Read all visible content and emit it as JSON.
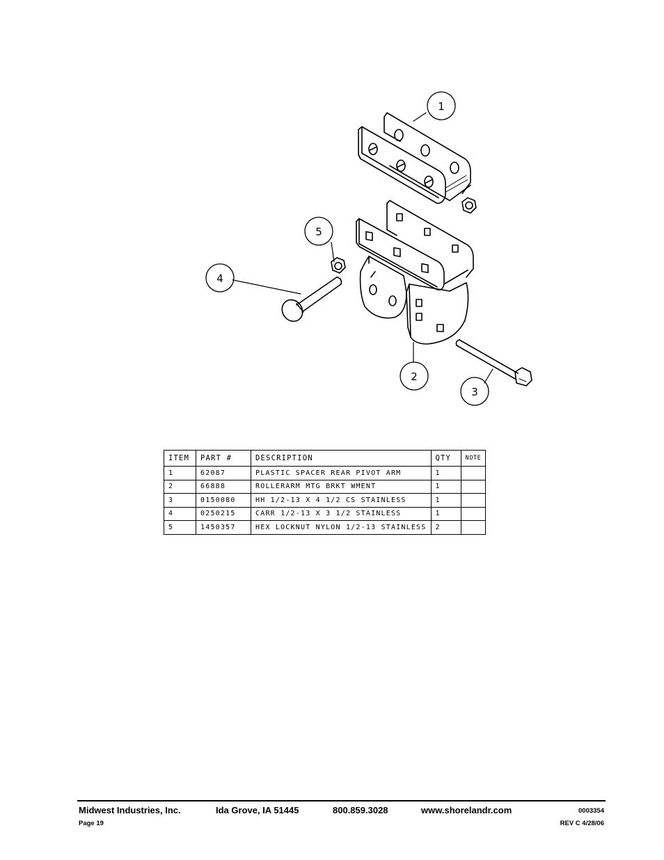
{
  "drawing": {
    "callouts": [
      {
        "number": "1",
        "part": "plastic spacer"
      },
      {
        "number": "2",
        "part": "mounting bracket"
      },
      {
        "number": "3",
        "part": "hex head bolt"
      },
      {
        "number": "4",
        "part": "carriage bolt"
      },
      {
        "number": "5",
        "part": "hex locknut"
      }
    ]
  },
  "parts_table": {
    "headers": {
      "item": "ITEM",
      "part": "PART #",
      "description": "DESCRIPTION",
      "qty": "QTY",
      "note": "NOTE"
    },
    "rows": [
      {
        "item": "1",
        "part": "62087",
        "description": "PLASTIC SPACER REAR PIVOT ARM",
        "qty": "1",
        "note": ""
      },
      {
        "item": "2",
        "part": "66888",
        "description": "ROLLERARM MTG BRKT WMENT",
        "qty": "1",
        "note": ""
      },
      {
        "item": "3",
        "part": "0150080",
        "description": "HH 1/2-13 X 4 1/2 CS STAINLESS",
        "qty": "1",
        "note": ""
      },
      {
        "item": "4",
        "part": "0250215",
        "description": "CARR 1/2-13 X 3 1/2 STAINLESS",
        "qty": "1",
        "note": ""
      },
      {
        "item": "5",
        "part": "1450357",
        "description": "HEX LOCKNUT NYLON 1/2-13 STAINLESS",
        "qty": "2",
        "note": ""
      }
    ]
  },
  "footer": {
    "company": "Midwest Industries, Inc.",
    "location": "Ida Grove, IA  51445",
    "phone": "800.859.3028",
    "website": "www.shorelandr.com",
    "doc_number": "0003354",
    "page": "Page 19",
    "revision": "REV C  4/28/06"
  }
}
